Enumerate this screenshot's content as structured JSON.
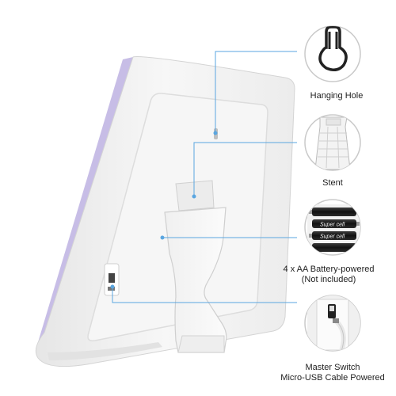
{
  "callouts": {
    "hanging_hole": "Hanging Hole",
    "stent": "Stent",
    "battery_line1": "4 x AA Battery-powered",
    "battery_line2": "(Not included)",
    "switch_line1": "Master Switch",
    "switch_line2": "Micro-USB Cable Powered"
  },
  "battery_label": "Super cell",
  "colors": {
    "frame_bezel": "#c7bde6",
    "callout_line": "#5aa6e0",
    "circle_border": "#c9c9c9",
    "device_white": "#f4f4f4"
  }
}
